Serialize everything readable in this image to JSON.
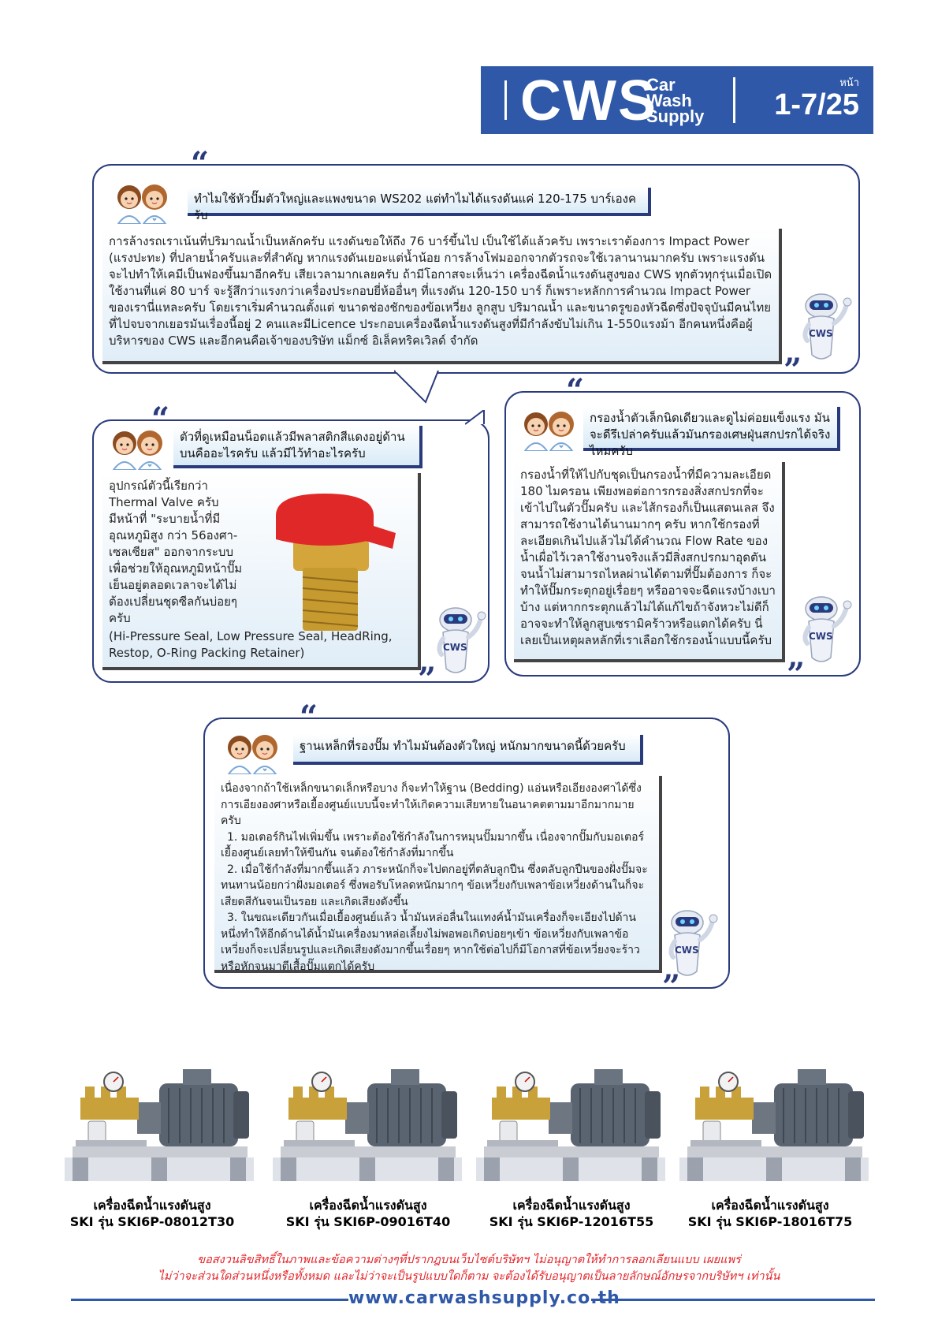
{
  "header": {
    "logo": "CWS",
    "logo_sub": [
      "Car",
      "Wash",
      "Supply"
    ],
    "page_label": "หน้า",
    "page_number": "1-7/25",
    "brand_color": "#2f58a8"
  },
  "qa": [
    {
      "question": "ทำไมใช้หัวปั๊มตัวใหญ่และแพงขนาด WS202 แต่ทำไมได้แรงดันแค่ 120-175 บาร์เองครับ",
      "answer": "การล้างรถเราเน้นที่ปริมาณน้ำเป็นหลักครับ แรงดันขอให้ถึง 76 บาร์ขึ้นไป เป็นใช้ได้แล้วครับ เพราะเราต้องการ Impact Power (แรงปะทะ) ที่ปลายน้ำครับและที่สำคัญ หากแรงดันเยอะแต่น้ำน้อย การล้างโฟมออกจากตัวรถจะใช้เวลานานมากครับ เพราะแรงดันจะไปทำให้เคมีเป็นฟองขึ้นมาอีกครับ เสียเวลามากเลยครับ ถ้ามีโอกาสจะเห็นว่า เครื่องฉีดน้ำแรงดันสูงของ CWS ทุกตัวทุกรุ่นเมื่อเปิดใช้งานที่แค่ 80 บาร์ จะรู้สึกว่าแรงกว่าเครื่องประกอบยี่ห้ออื่นๆ ที่แรงดัน 120-150 บาร์ ก็เพราะหลักการคำนวณ Impact Power ของเรานี่แหละครับ โดยเราเริ่มคำนวณตั้งแต่ ขนาดช่องชักของข้อเหวี่ยง ลูกสูบ ปริมาณน้ำ และขนาดรูของหัวฉีดซึ่งปัจจุบันมีคนไทยที่ไปจบจากเยอรมันเรื่องนี้อยู่ 2 คนและมีLicence ประกอบเครื่องฉีดน้ำแรงดันสูงที่มีกำลังขับไม่เกิน 1-550แรงม้า อีกคนหนึ่งคือผู้บริหารของ CWS และอีกคนคือเจ้าของบริษัท แม็กซ์ อิเล็คทริคเวิลด์ จำกัด"
    },
    {
      "question": "ตัวที่ดูเหมือนน็อตแล้วมีพลาสติกสีแดงอยู่ด้านบนคืออะไรครับ แล้วมีไว้ทำอะไรครับ",
      "answer": "อุปกรณ์ตัวนี้เรียกว่า Thermal Valve ครับ มีหน้าที่ \"ระบายน้ำที่มีอุณหภูมิสูง กว่า 56องศา-เซลเซียส\" ออกจากระบบ เพื่อช่วยให้อุณหภูมิหน้าปั๊มเย็นอยู่ตลอดเวลาจะได้ไม่ต้องเปลี่ยนชุดซีลกันบ่อยๆ ครับ",
      "answer_note": "(Hi-Pressure Seal, Low Pressure Seal, HeadRing, Restop, O-Ring Packing Retainer)"
    },
    {
      "question": "กรองน้ำตัวเล็กนิดเดียวและดูไม่ค่อยแข็งแรง มันจะดีรึเปล่าครับแล้วมันกรองเศษฝุ่นสกปรกได้จริงไหมครับ",
      "answer": "กรองน้ำที่ให้ไปกับชุดเป็นกรองน้ำที่มีความละเอียด 180 ไมครอน เพียงพอต่อการกรองสิ่งสกปรกที่จะเข้าไปในตัวปั๊มครับ และไส้กรองก็เป็นแสตนเลส จึงสามารถใช้งานได้นานมากๆ ครับ หากใช้กรองที่ละเอียดเกินไปแล้วไม่ได้คำนวณ Flow Rate ของน้ำเผื่อไว้เวลาใช้งานจริงแล้วมีสิ่งสกปรกมาอุดตัน จนน้ำไม่สามารถไหลผ่านได้ตามที่ปั๊มต้องการ ก็จะทำให้ปั๊มกระตุกอยู่เรื่อยๆ หรืออาจจะฉีดแรงบ้างเบาบ้าง แต่หากกระตุกแล้วไม่ได้แก้ไขถ้าจังหวะไม่ดีก็อาจจะทำให้ลูกสูบเซรามิคร้าวหรือแตกได้ครับ นี่เลยเป็นเหตุผลหลักที่เราเลือกใช้กรองน้ำแบบนี้ครับ"
    },
    {
      "question": "ฐานเหล็กที่รองปั๊ม ทำไมมันต้องตัวใหญ่ หนักมากขนาดนี้ด้วยครับ",
      "answer_lines": [
        "เนื่องจากถ้าใช้เหล็กขนาดเล็กหรือบาง ก็จะทำให้ฐาน (Bedding) แอ่นหรือเอียงองศาได้ซึ่งการเอียงองศาหรือเยื้องศูนย์แบบนี้จะทำให้เกิดความเสียหายในอนาคตตามมาอีกมากมายครับ",
        "1. มอเตอร์กินไฟเพิ่มขึ้น เพราะต้องใช้กำลังในการหมุนปั๊มมากขึ้น เนื่องจากปั๊มกับมอเตอร์เยื้องศูนย์เลยทำให้ขืนกัน จนต้องใช้กำลังที่มากขึ้น",
        "2. เมื่อใช้กำลังที่มากขึ้นแล้ว ภาระหนักก็จะไปตกอยู่ที่ตลับลูกปืน ซึ่งตลับลูกปืนของฝั่งปั๊มจะทนทานน้อยกว่าฝั่งมอเตอร์ ซึ่งพอรับโหลดหนักมากๆ ข้อเหวี่ยงกับเพลาข้อเหวี่ยงด้านในก็จะเสียดสีกันจนเป็นรอย และเกิดเสียงดังขึ้น",
        "3. ในขณะเดียวกันเมื่อเยื้องศูนย์แล้ว น้ำมันหล่อลื่นในแทงค์น้ำมันเครื่องก็จะเอียงไปด้านหนึ่งทำให้อีกด้านได้น้ำมันเครื่องมาหล่อเลี้ยงไม่พอพอเกิดบ่อยๆเข้า ข้อเหวี่ยงกับเพลาข้อเหวี่ยงก็จะเปลี่ยนรูปและเกิดเสียงดังมากขึ้นเรื่อยๆ หากใช้ต่อไปก็มีโอกาสที่ข้อเหวี่ยงจะร้าวหรือหักจนมาตีเสื้อปั๊มแตกได้ครับ"
      ]
    }
  ],
  "robot_badge": "CWS",
  "products": [
    {
      "line1": "เครื่องฉีดน้ำแรงดันสูง",
      "line2": "SKI รุ่น SKI6P-08012T30"
    },
    {
      "line1": "เครื่องฉีดน้ำแรงดันสูง",
      "line2": "SKI รุ่น SKI6P-09016T40"
    },
    {
      "line1": "เครื่องฉีดน้ำแรงดันสูง",
      "line2": "SKI รุ่น SKI6P-12016T55"
    },
    {
      "line1": "เครื่องฉีดน้ำแรงดันสูง",
      "line2": "SKI รุ่น SKI6P-18016T75"
    }
  ],
  "footer": {
    "note1": "ขอสงวนลิขสิทธิ์ในภาพและข้อความต่างๆที่ปรากฎบนเว็บไซต์บริษัทฯ ไม่อนุญาตให้ทำการลอกเลียนแบบ เผยแพร่",
    "note2": "ไม่ว่าจะส่วนใดส่วนหนึ่งหรือทั้งหมด และไม่ว่าจะเป็นรูปแบบใดก็ตาม จะต้องได้รับอนุญาตเป็นลายลักษณ์อักษรจากบริษัทฯ เท่านั้น",
    "url": "www.carwashsupply.co.th",
    "note_color": "#e4242a"
  }
}
